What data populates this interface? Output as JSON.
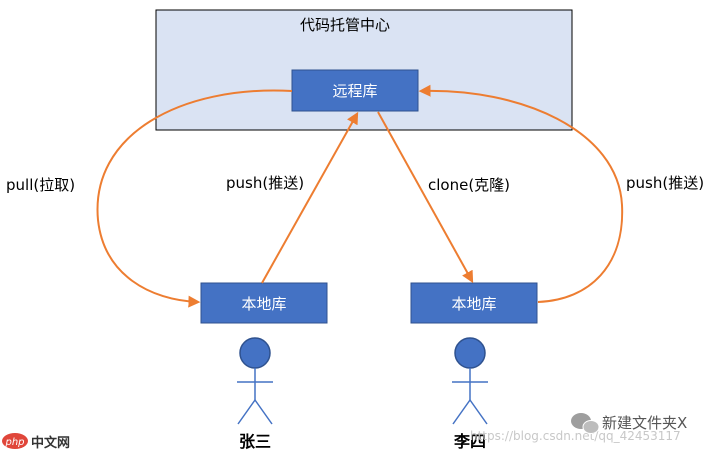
{
  "hub": {
    "title": "代码托管中心",
    "remote_repo": "远程库"
  },
  "local_repos": [
    {
      "label": "本地库",
      "person": "张三"
    },
    {
      "label": "本地库",
      "person": "李四"
    }
  ],
  "edges": {
    "pull_left": "pull(拉取)",
    "push_left": "push(推送)",
    "clone": "clone(克隆)",
    "push_right": "push(推送)"
  },
  "watermarks": {
    "logo_php": "php",
    "logo_cn": "中文网",
    "account": "新建文件夹X",
    "blog_url": "https://blog.csdn.net/qq_42453117"
  },
  "colors": {
    "hub_fill": "#dae3f3",
    "hub_stroke": "#000000",
    "box_fill": "#4472c4",
    "box_stroke": "#2f528f",
    "arrow": "#ed7d31",
    "person": "#4472c4"
  }
}
